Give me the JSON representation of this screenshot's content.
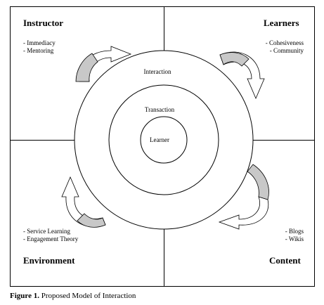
{
  "quadrants": {
    "instructor": {
      "title": "Instructor",
      "items": [
        "- Immediacy",
        "- Mentoring"
      ]
    },
    "learners": {
      "title": "Learners",
      "items": [
        "- Cohesiveness",
        "- Community"
      ]
    },
    "environment": {
      "title": "Environment",
      "items": [
        "- Service Learning",
        "- Engagement Theory"
      ]
    },
    "content": {
      "title": "Content",
      "items": [
        "- Blogs",
        "- Wikis"
      ]
    }
  },
  "rings": {
    "outer": "Interaction",
    "middle": "Transaction",
    "inner": "Learner"
  },
  "caption": {
    "label": "Figure 1.",
    "text": " Proposed Model of Interaction"
  },
  "colors": {
    "line": "#000000",
    "arrow_fill": "#c8c8c8"
  }
}
